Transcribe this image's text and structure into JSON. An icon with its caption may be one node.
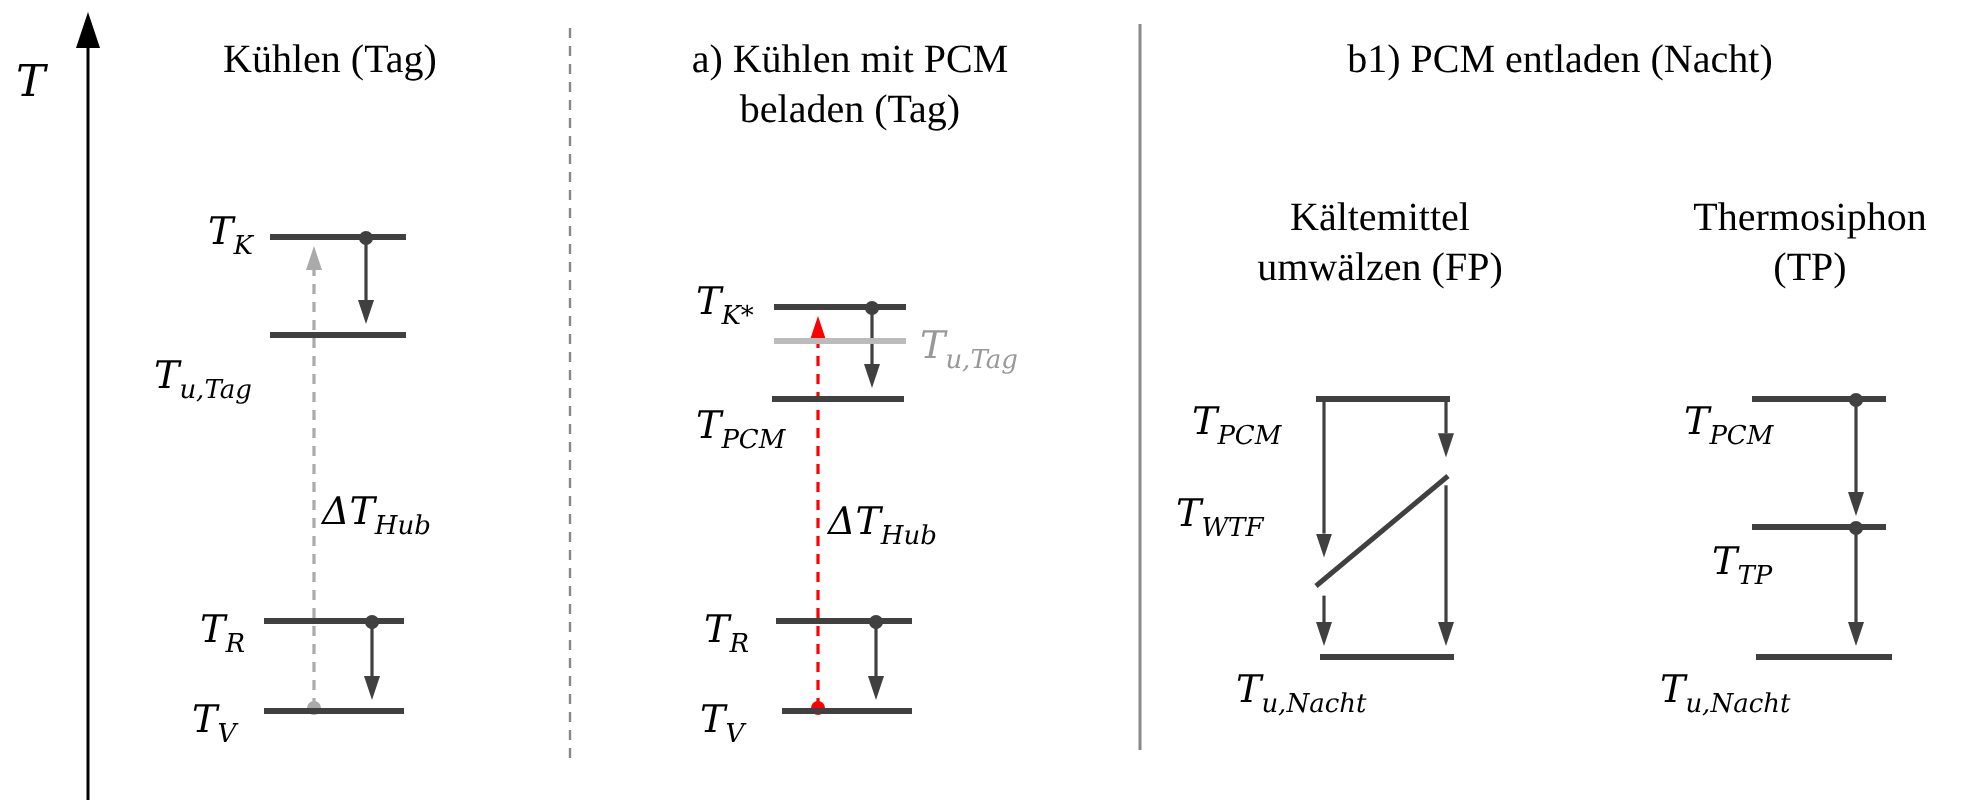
{
  "diagram": {
    "nodes": [
      {
        "text": [],
        "shape": "bar",
        "beside": [
          "T$_{K}$"
        ]
      },
      {
        "text": [],
        "shape": "bar",
        "beside": [
          "T$_{u,Tag}$"
        ]
      },
      {
        "text": [],
        "shape": "bar",
        "beside": [
          "T$_{R}$"
        ]
      },
      {
        "text": [],
        "shape": "bar",
        "beside": [
          "T$_{V}$"
        ]
      },
      {
        "text": [],
        "shape": "bar",
        "beside": [
          "T$_{K*}$"
        ]
      },
      {
        "text": [],
        "shape": "bar",
        "beside": [
          "T$_{u,Tag}$"
        ]
      },
      {
        "text": [],
        "shape": "bar",
        "beside": [
          "T$_{PCM}$"
        ]
      },
      {
        "text": [],
        "shape": "bar",
        "beside": [
          "T$_{R}$"
        ]
      },
      {
        "text": [],
        "shape": "bar",
        "beside": [
          "T$_{V}$"
        ]
      },
      {
        "text": [],
        "shape": "bar",
        "beside": [
          "T$_{PCM}$"
        ]
      },
      {
        "text": [],
        "shape": "bar",
        "beside": [
          "T$_{WTF}$"
        ]
      },
      {
        "text": [],
        "shape": "bar",
        "beside": [
          "T$_{u,Nacht}$"
        ]
      },
      {
        "text": [],
        "shape": "bar",
        "beside": [
          "T$_{PCM}$"
        ]
      },
      {
        "text": [],
        "shape": "bar",
        "beside": [
          "T$_{TP}$"
        ]
      },
      {
        "text": [],
        "shape": "bar",
        "beside": [
          "T$_{u,Nacht}$"
        ]
      }
    ],
    "edges": [
      {
        "from": 0,
        "to": 1,
        "arrow": "to"
      },
      {
        "from": 2,
        "to": 3,
        "arrow": "to"
      },
      {
        "from": 3,
        "to": 0,
        "arrow": "to",
        "label": "ΔT$_{Hub}$",
        "style": "dashed",
        "color": "#aaaaaa"
      },
      {
        "from": 4,
        "to": 6,
        "arrow": "to"
      },
      {
        "from": 7,
        "to": 8,
        "arrow": "to"
      },
      {
        "from": 8,
        "to": 4,
        "arrow": "to",
        "label": "ΔT$_{Hub}$",
        "style": "dashed",
        "color": "#ff0000"
      },
      {
        "from": 9,
        "to": 10,
        "arrow": "to"
      },
      {
        "from": 10,
        "to": 11,
        "arrow": "to"
      },
      {
        "from": 9,
        "to": 10,
        "arrow": "to"
      },
      {
        "from": 10,
        "to": 11,
        "arrow": "to"
      },
      {
        "from": 12,
        "to": 13,
        "arrow": "to"
      },
      {
        "from": 13,
        "to": 14,
        "arrow": "to"
      }
    ],
    "labels": [
      "T",
      "Kühlen (Tag)",
      "a) Kühlen mit PCM beladen (Tag)",
      "b1) PCM entladen (Nacht)",
      "Kältemittel umwälzen (FP)",
      "Thermosiphon (TP)"
    ]
  }
}
